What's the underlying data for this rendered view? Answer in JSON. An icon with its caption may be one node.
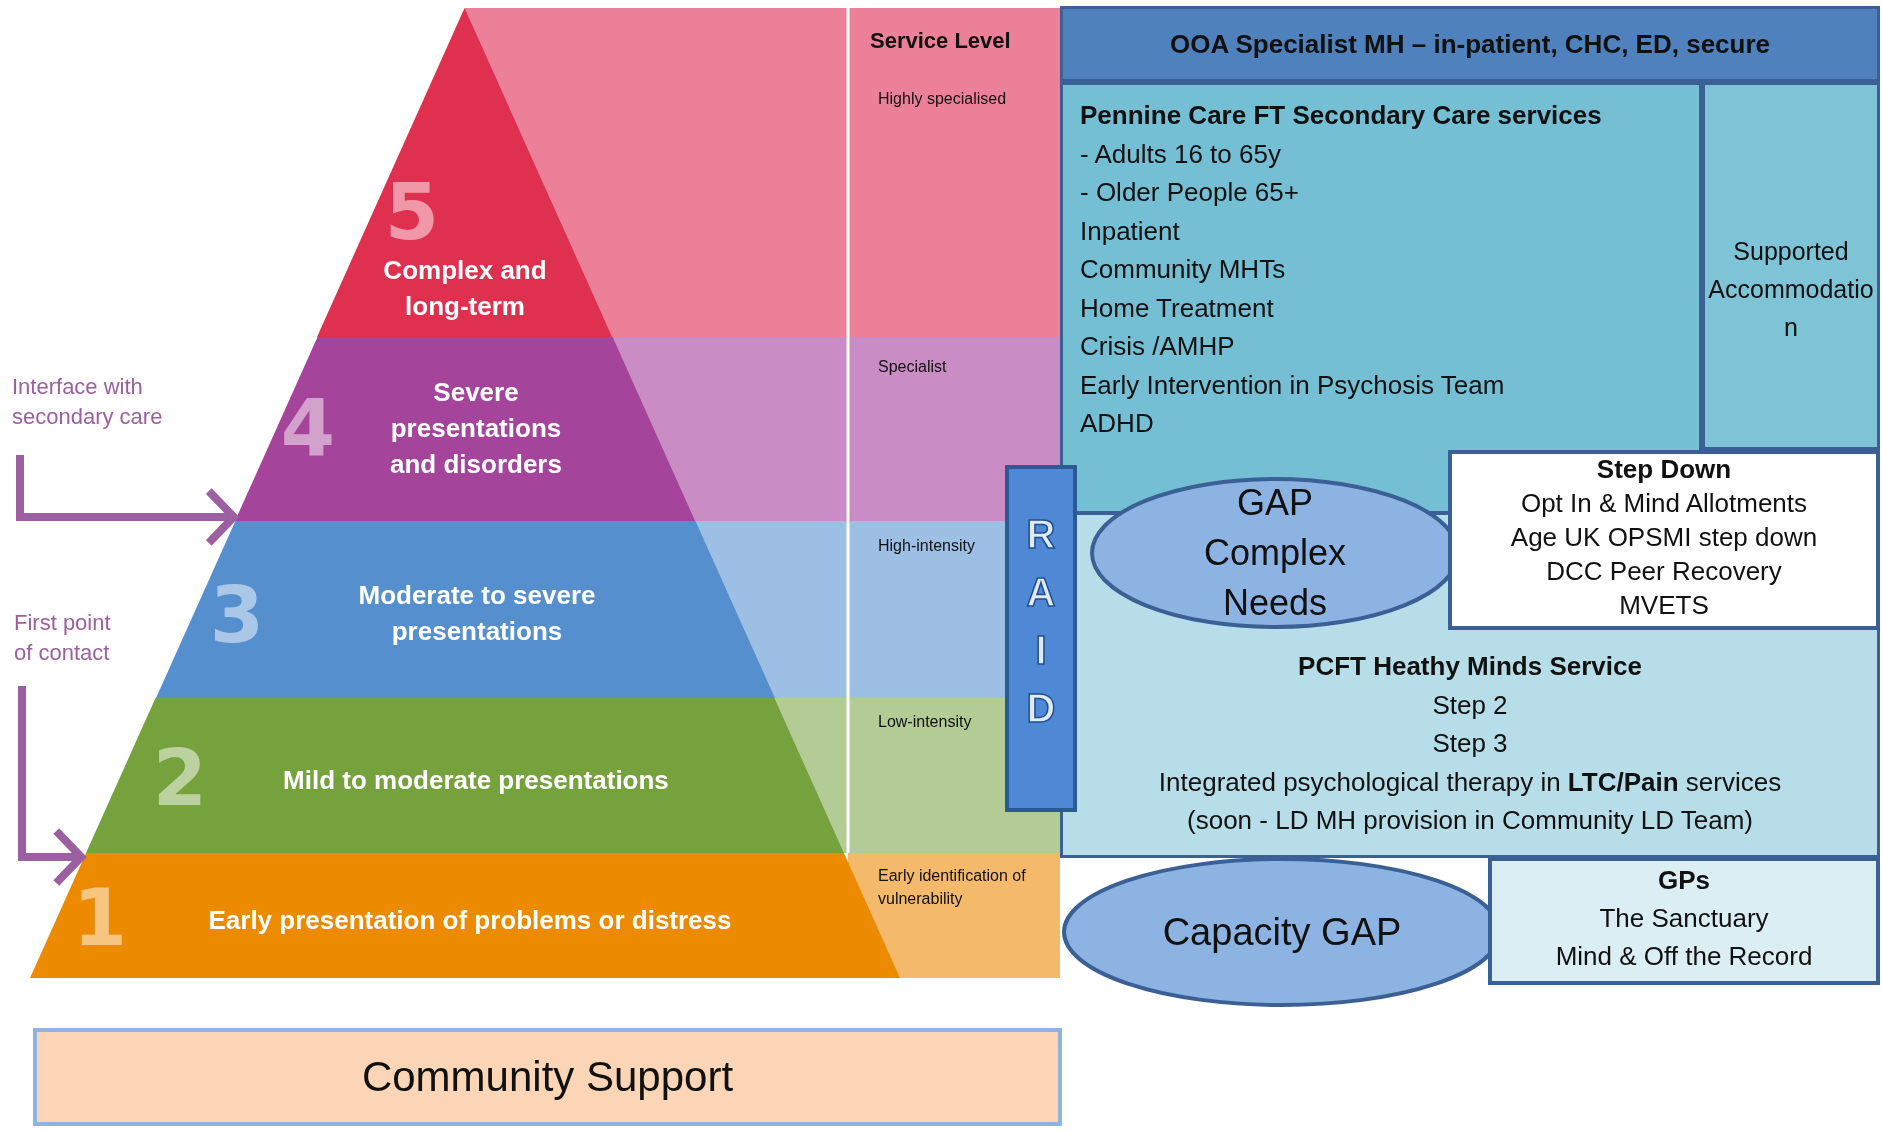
{
  "diagram": {
    "nodes": [
      {
        "text": [
          "5",
          "Complex and long-term"
        ]
      },
      {
        "text": [
          "4",
          "Severe presentations and disorders"
        ]
      },
      {
        "text": [
          "3",
          "Moderate to severe presentations"
        ]
      },
      {
        "text": [
          "2",
          "Mild to moderate presentations"
        ]
      },
      {
        "text": [
          "1",
          "Early presentation of problems or distress"
        ]
      },
      {
        "text": [
          "Interface with secondary care"
        ]
      },
      {
        "text": [
          "First point of contact"
        ]
      },
      {
        "text": [
          "OOA Specialist MH – in-patient, CHC, ED, secure"
        ]
      },
      {
        "text": [
          "Pennine Care FT Secondary Care services",
          "- Adults 16 to 65y",
          "- Older People 65+",
          "Inpatient",
          "Community MHTs",
          "Home Treatment",
          "Crisis /AMHP",
          "Early Intervention in Psychosis Team",
          "ADHD"
        ]
      },
      {
        "text": [
          "Supported Accommodation"
        ]
      },
      {
        "text": [
          "RAID"
        ]
      },
      {
        "text": [
          "GAP Complex Needs"
        ]
      },
      {
        "text": [
          "Step Down",
          "Opt In & Mind Allotments",
          "Age UK OPSMI step down",
          "DCC Peer Recovery",
          "MVETS"
        ]
      },
      {
        "text": [
          "PCFT Heathy Minds Service",
          "Step 2",
          "Step 3",
          "Integrated psychological therapy in **LTC/Pain** services",
          "(soon - LD MH provision in Community LD Team)"
        ]
      },
      {
        "text": [
          "Capacity GAP"
        ]
      },
      {
        "text": [
          "GPs",
          "The Sanctuary",
          "Mind & Off the Record"
        ]
      },
      {
        "text": [
          "Community Support"
        ]
      }
    ],
    "edges": [
      {
        "from": 5,
        "to": 1,
        "arrow": "to"
      },
      {
        "from": 6,
        "to": 4,
        "arrow": "to"
      }
    ],
    "labels": [
      "Service Level",
      "Highly specialised",
      "Specialist",
      "High-intensity",
      "Low-intensity",
      "Early identification of vulnerability"
    ]
  }
}
